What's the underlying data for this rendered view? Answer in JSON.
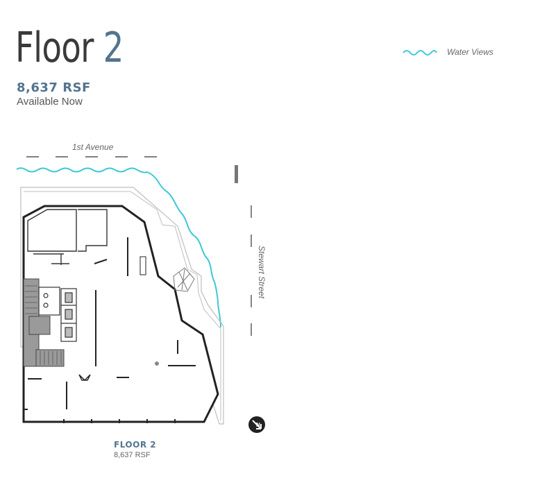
{
  "header": {
    "title_word": "Floor",
    "title_number": "2",
    "rsf": "8,637 RSF",
    "availability": "Available Now"
  },
  "legend": {
    "label": "Water Views",
    "icon": "wave-icon",
    "color": "#3ec7d8"
  },
  "streets": {
    "top": "1st Avenue",
    "right": "Stewart Street"
  },
  "compass": {
    "icon": "north-arrow-icon",
    "letter": "N"
  },
  "caption": {
    "title": "FLOOR 2",
    "rsf": "8,637 RSF"
  },
  "colors": {
    "accent": "#53748f",
    "water": "#3ec7d8",
    "core": "#9a9a9a"
  }
}
